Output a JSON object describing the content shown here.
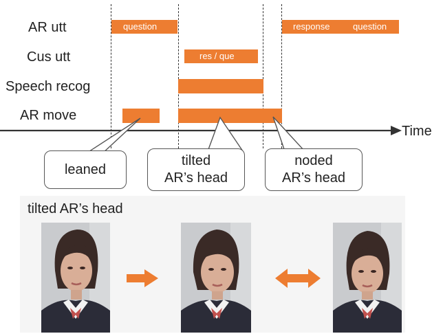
{
  "rows": {
    "ar_utt": "AR utt",
    "cus_utt": "Cus utt",
    "speech_recog": "Speech recog",
    "ar_move": "AR move"
  },
  "bars": {
    "ar_question": "question",
    "cus_res_que": "res / que",
    "ar_response": "response",
    "ar_question_2": "question"
  },
  "axis": {
    "label": "Time"
  },
  "callouts": {
    "leaned": "leaned",
    "tilted": [
      "tilted",
      "AR’s head"
    ],
    "noded": [
      "noded",
      "AR’s head"
    ]
  },
  "sequence": {
    "title": "tilted AR’s head",
    "arrows": [
      "right-arrow",
      "double-arrow"
    ]
  },
  "colors": {
    "accent": "#ed7d31",
    "line": "#333333",
    "callout_border": "#555555"
  }
}
